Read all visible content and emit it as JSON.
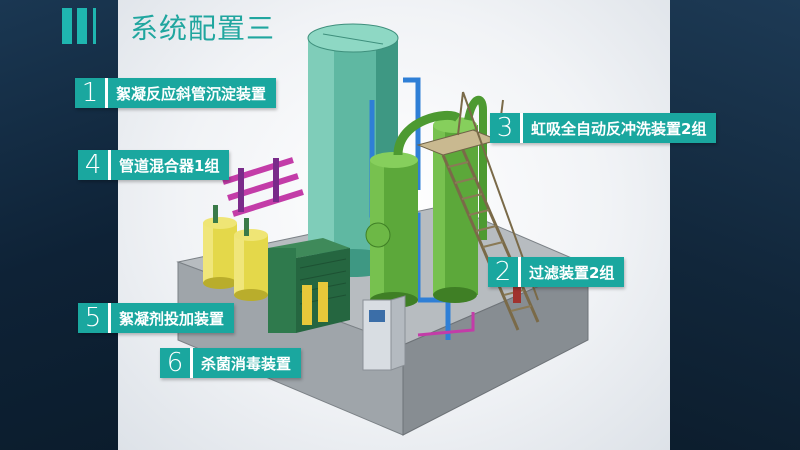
{
  "slide": {
    "title": "系统配置三",
    "accent": "#1aa79f"
  },
  "labels": [
    {
      "num": "1",
      "text": "絮凝反应斜管沉淀装置"
    },
    {
      "num": "3",
      "text": "虹吸全自动反冲洗装置2组"
    },
    {
      "num": "4",
      "text": "管道混合器1组"
    },
    {
      "num": "2",
      "text": "过滤装置2组"
    },
    {
      "num": "5",
      "text": "絮凝剂投加装置"
    },
    {
      "num": "6",
      "text": "杀菌消毒装置"
    }
  ]
}
